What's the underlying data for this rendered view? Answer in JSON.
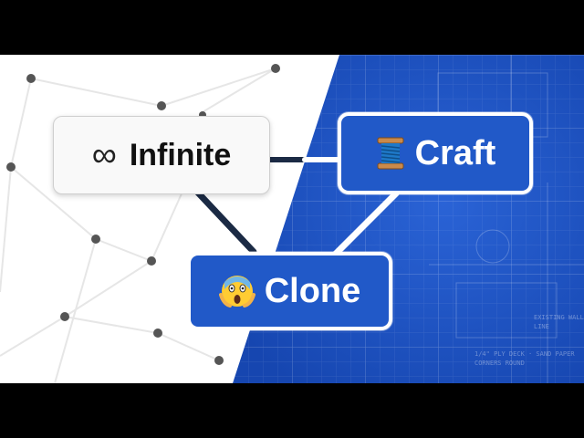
{
  "nodes": {
    "infinite": {
      "label": "Infinite",
      "icon": "infinity-icon"
    },
    "craft": {
      "label": "Craft",
      "icon": "thread-spool-icon"
    },
    "clone": {
      "label": "Clone",
      "icon": "screaming-face-icon"
    }
  },
  "colors": {
    "blueprint": "#1f55c4",
    "node_blue": "#2159c8",
    "connector_dark": "#1b2a44",
    "network_dot": "#555555",
    "network_line": "#e6e6e6",
    "bars": "#000000"
  }
}
